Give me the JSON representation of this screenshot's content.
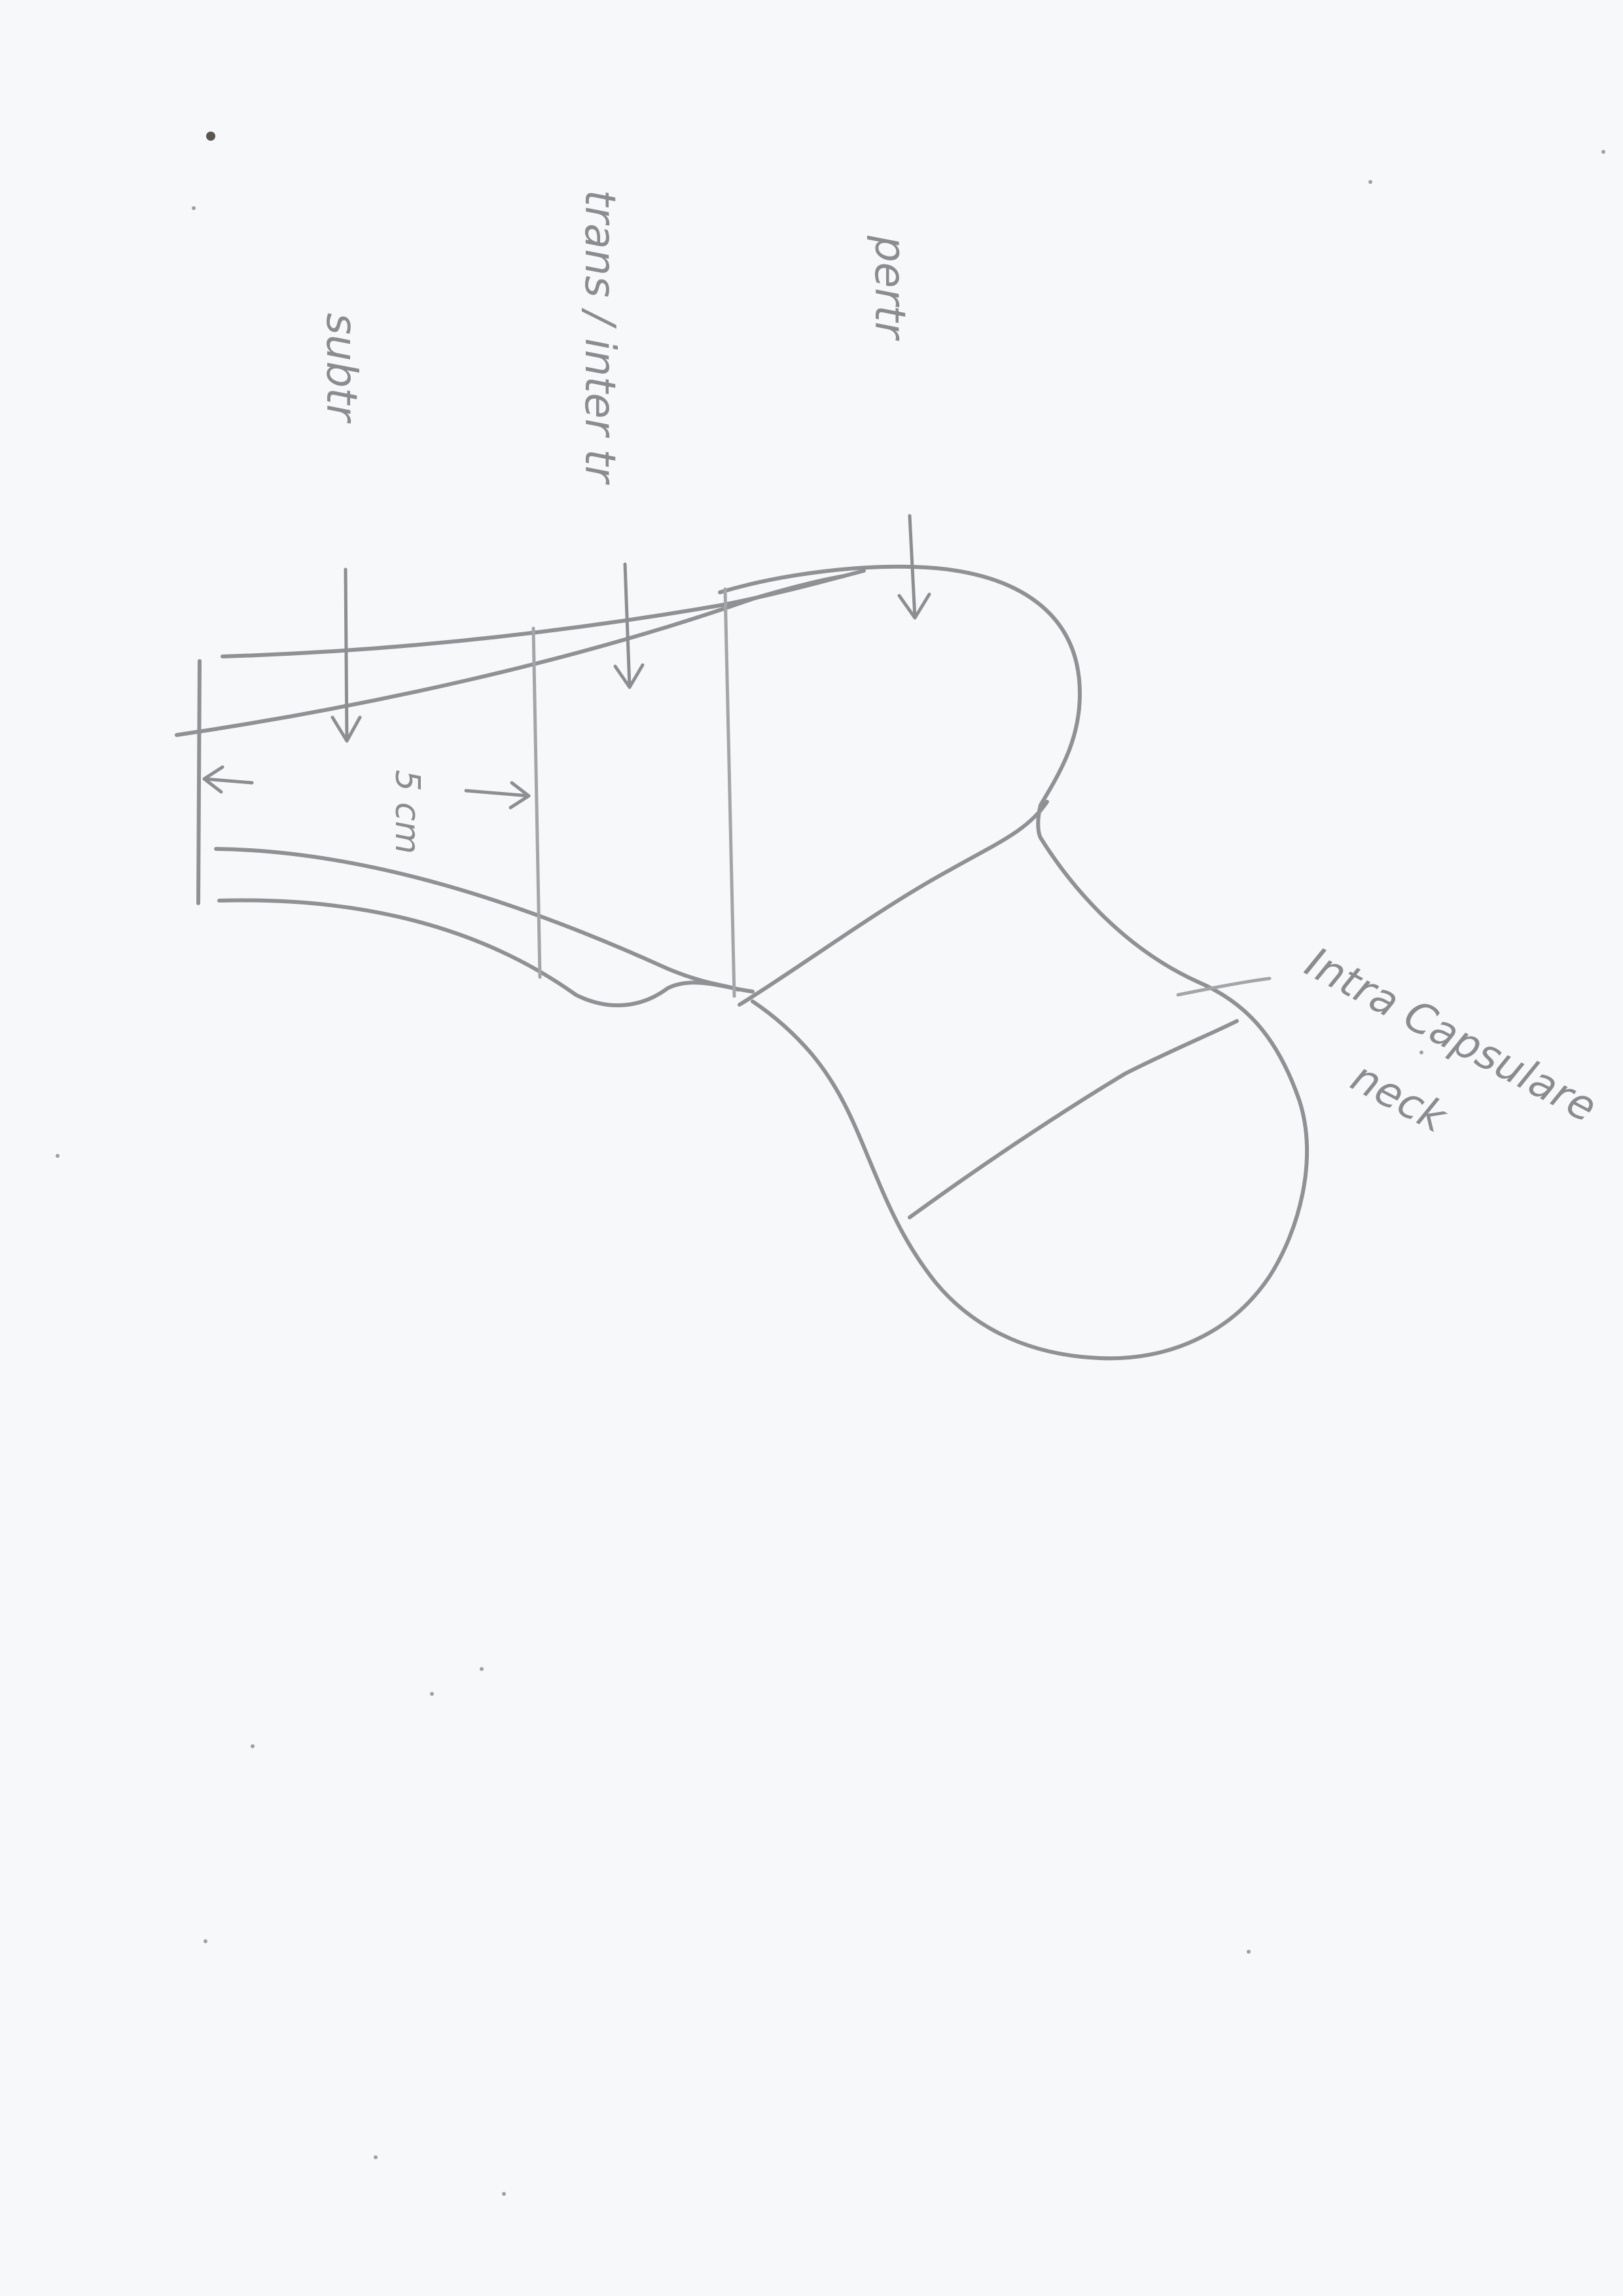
{
  "labels": {
    "pertr": "pertr",
    "trans_inter_tr": "trans / inter tr",
    "subtr": "subtr",
    "five_cm": "5 cm",
    "intra_capsular": "Intra Capsulare",
    "neck": "neck"
  },
  "colors": {
    "paper": "#f7f8f9",
    "pencil": "#8f9194"
  }
}
